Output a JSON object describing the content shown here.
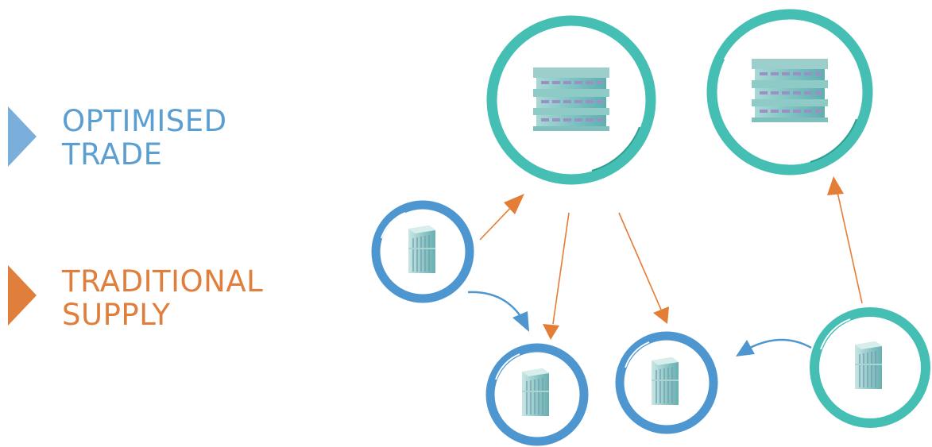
{
  "legend": {
    "optimised": {
      "label": "OPTIMISED\nTRADE",
      "color": "#5B9FD2",
      "marker_color": "#7AAFDC"
    },
    "traditional": {
      "label": "TRADITIONAL\nSUPPLY",
      "color": "#E07E3C",
      "marker_color": "#E07E3C"
    }
  },
  "colors": {
    "teal_ring": "#45BFB4",
    "blue_ring": "#4D96CF",
    "orange_arrow": "#E47D35",
    "blue_arrow": "#4D96CF"
  },
  "nodes": [
    {
      "id": "hub-left",
      "role": "distributor",
      "icon": "office-block-icon",
      "ring": "teal"
    },
    {
      "id": "hub-right",
      "role": "distributor",
      "icon": "office-block-icon",
      "ring": "teal"
    },
    {
      "id": "site-left",
      "role": "site",
      "icon": "tower-building-icon",
      "ring": "blue"
    },
    {
      "id": "site-bottom-left",
      "role": "site",
      "icon": "tower-building-icon",
      "ring": "blue"
    },
    {
      "id": "site-bottom-mid",
      "role": "site",
      "icon": "tower-building-icon",
      "ring": "blue"
    },
    {
      "id": "site-right",
      "role": "site",
      "icon": "tower-building-icon",
      "ring": "teal"
    }
  ],
  "edges": [
    {
      "from": "site-left",
      "to": "hub-left",
      "type": "traditional"
    },
    {
      "from": "hub-left",
      "to": "site-bottom-left",
      "type": "traditional"
    },
    {
      "from": "hub-left",
      "to": "site-bottom-mid",
      "type": "traditional"
    },
    {
      "from": "site-right",
      "to": "hub-right",
      "type": "traditional"
    },
    {
      "from": "site-left",
      "to": "site-bottom-left",
      "type": "optimised"
    },
    {
      "from": "site-right",
      "to": "site-bottom-mid",
      "type": "optimised"
    }
  ]
}
